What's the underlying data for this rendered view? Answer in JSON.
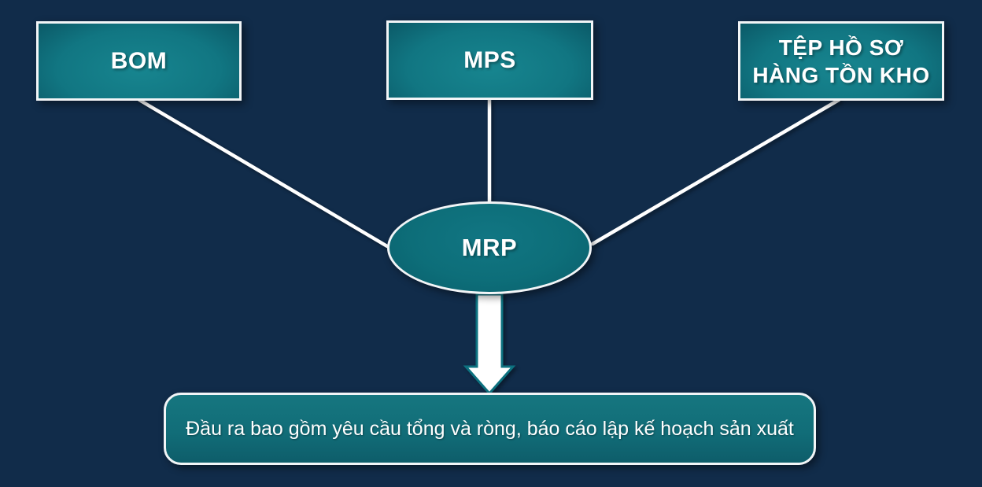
{
  "diagram": {
    "type": "flow-diagram",
    "colors": {
      "background": "#112c4a",
      "node_teal": "#0e6f7a",
      "node_border": "#f2f5f7",
      "connector": "#ffffff",
      "arrow_fill": "#ffffff",
      "arrow_outline": "#0d7280",
      "text": "#ffffff"
    },
    "nodes": {
      "bom": {
        "label": "BOM"
      },
      "mps": {
        "label": "MPS"
      },
      "inventory_file": {
        "label": "TỆP HỒ SƠ HÀNG TỒN KHO"
      },
      "mrp": {
        "label": "MRP"
      },
      "output": {
        "label": "Đầu ra bao gồm yêu cầu tổng và ròng, báo cáo lập kế hoạch sản xuất"
      }
    },
    "connections": [
      {
        "from": "bom",
        "to": "mrp"
      },
      {
        "from": "mps",
        "to": "mrp"
      },
      {
        "from": "inventory_file",
        "to": "mrp"
      },
      {
        "from": "mrp",
        "to": "output",
        "style": "block-arrow"
      }
    ]
  }
}
